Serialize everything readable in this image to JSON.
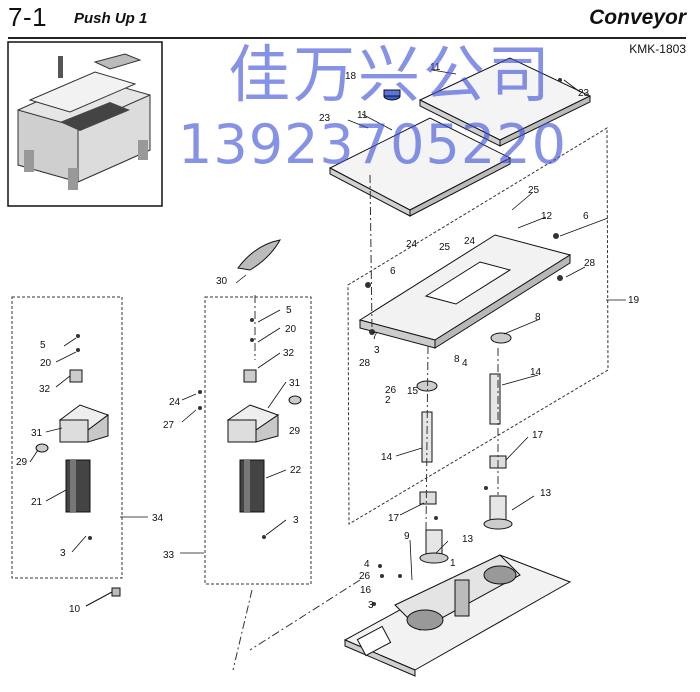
{
  "header": {
    "section": "7-1",
    "title": "Push Up 1",
    "category": "Conveyor",
    "drawing_code": "KMK-1803"
  },
  "watermark": {
    "company": "佳万兴公司",
    "phone": "13923705220",
    "color": "#3d50d8"
  },
  "callouts": [
    "1",
    "2",
    "3",
    "3",
    "3",
    "3",
    "4",
    "4",
    "5",
    "5",
    "6",
    "6",
    "7",
    "8",
    "8",
    "9",
    "10",
    "11",
    "11",
    "12",
    "13",
    "13",
    "14",
    "14",
    "15",
    "16",
    "17",
    "17",
    "18",
    "19",
    "20",
    "20",
    "21",
    "22",
    "23",
    "23",
    "24",
    "24",
    "24",
    "25",
    "25",
    "26",
    "26",
    "27",
    "28",
    "28",
    "29",
    "29",
    "30",
    "31",
    "31",
    "32",
    "32",
    "33",
    "34"
  ]
}
